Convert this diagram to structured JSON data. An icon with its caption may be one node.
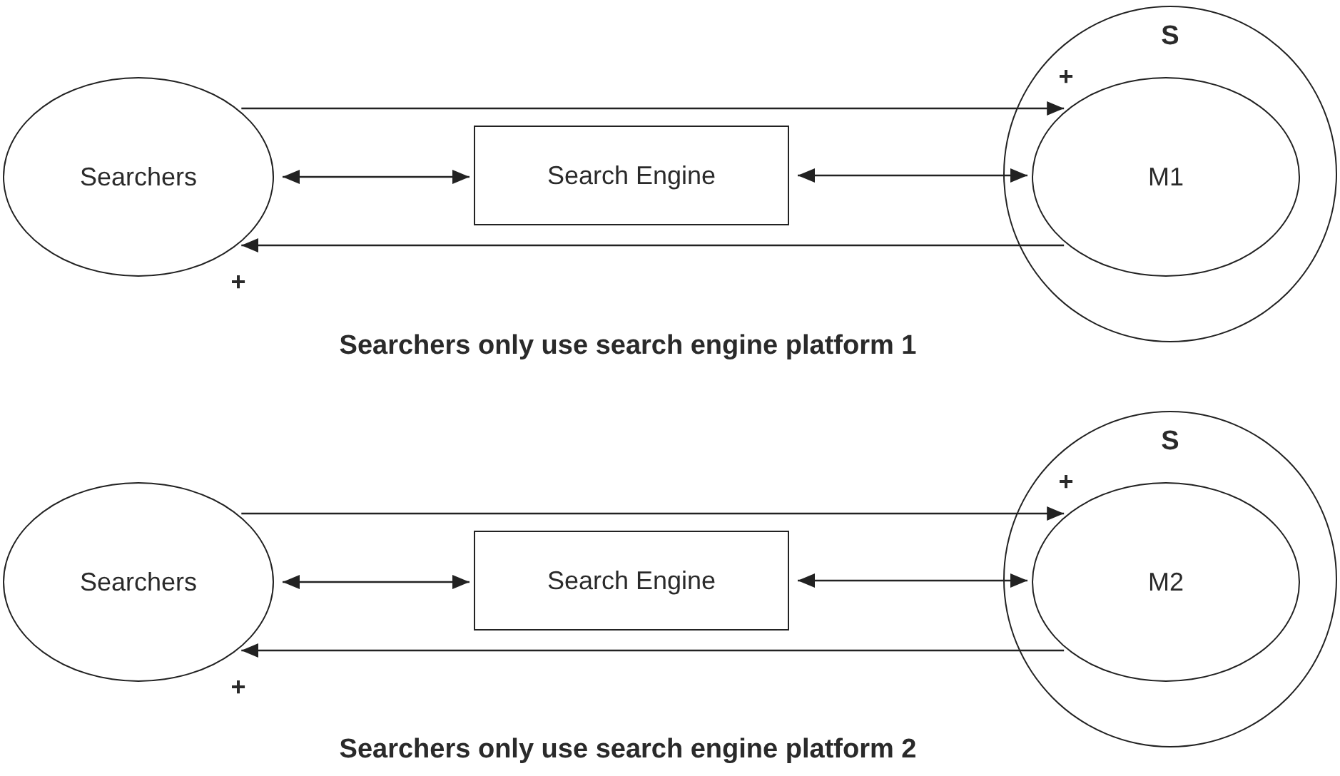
{
  "diagram": {
    "nodes": [
      {
        "text": [
          "Searchers"
        ]
      },
      {
        "text": [
          "Search Engine"
        ]
      },
      {
        "text": [
          "S"
        ]
      },
      {
        "text": [
          "M1"
        ],
        "in": 2
      },
      {
        "text": [
          "Searchers"
        ]
      },
      {
        "text": [
          "Search Engine"
        ]
      },
      {
        "text": [
          "S"
        ]
      },
      {
        "text": [
          "M2"
        ],
        "in": 6
      }
    ],
    "edges": [
      {
        "from": 0,
        "to": 3,
        "arrow": "to"
      },
      {
        "from": 0,
        "to": 1,
        "arrow": "both"
      },
      {
        "from": 1,
        "to": 3,
        "arrow": "both"
      },
      {
        "from": 3,
        "to": 0,
        "arrow": "to"
      },
      {
        "from": 4,
        "to": 7,
        "arrow": "to"
      },
      {
        "from": 4,
        "to": 5,
        "arrow": "both"
      },
      {
        "from": 5,
        "to": 7,
        "arrow": "both"
      },
      {
        "from": 7,
        "to": 4,
        "arrow": "to"
      }
    ],
    "labels": [
      "+",
      "+",
      "Searchers only use search engine platform 1",
      "+",
      "+",
      "Searchers only use search engine platform 2"
    ]
  }
}
